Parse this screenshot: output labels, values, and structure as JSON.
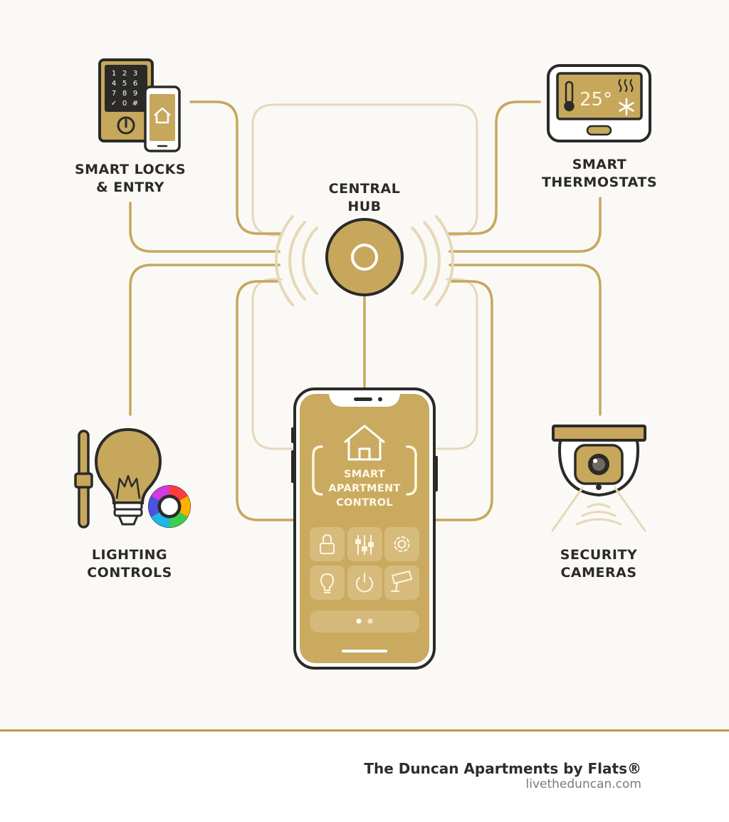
{
  "hub": {
    "label": "CENTRAL\nHUB"
  },
  "nodes": {
    "locks": {
      "label": "SMART LOCKS\n& ENTRY"
    },
    "thermostats": {
      "label": "SMART\nTHERMOSTATS",
      "display": "25°"
    },
    "lighting": {
      "label": "LIGHTING\nCONTROLS"
    },
    "cameras": {
      "label": "SECURITY\nCAMERAS"
    }
  },
  "keypad": {
    "keys": [
      "1",
      "2",
      "3",
      "4",
      "5",
      "6",
      "7",
      "8",
      "9",
      "✓",
      "0",
      "#"
    ]
  },
  "phone": {
    "title": "SMART\nAPARTMENT\nCONTROL",
    "tiles": [
      "lock-icon",
      "sliders-icon",
      "gear-icon",
      "bulb-icon",
      "power-icon",
      "camera-icon"
    ]
  },
  "colors": {
    "gold": "#c6a75c",
    "gold_dark": "#b89a4d",
    "gold_light": "#e6d8b8",
    "ink": "#2b2a28"
  },
  "footer": {
    "brand": "The Duncan Apartments by Flats®",
    "url": "livetheduncan.com"
  }
}
